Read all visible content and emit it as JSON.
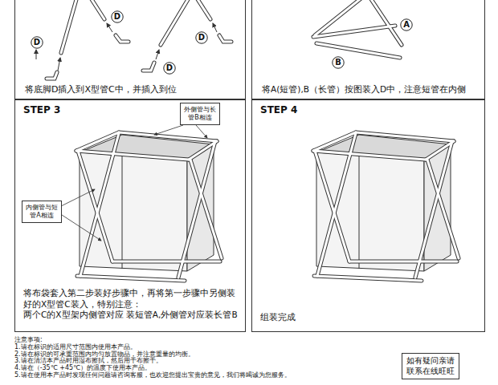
{
  "diagram": {
    "nodes": [
      {
        "text": [
          "将底脚D插入到X型管C中，并插入到位"
        ]
      },
      {
        "text": [
          "D"
        ],
        "in": 0
      },
      {
        "text": [
          "D"
        ],
        "in": 0
      },
      {
        "text": [
          "D"
        ],
        "in": 0
      },
      {
        "text": [
          "D"
        ],
        "in": 0
      },
      {
        "text": [
          "将A(短管),B（长管）按图装入D中，注意短管在内侧"
        ]
      },
      {
        "text": [
          "A"
        ],
        "in": 5
      },
      {
        "text": [
          "B"
        ],
        "in": 5
      },
      {
        "text": [
          "STEP 3",
          "将布袋套入第二步装好步骤中，再将第一步骤中另侧装 好的X型管C装入，特别注意：两个C的X型架内侧管对应 装短管A,外侧管对应装长管B"
        ]
      },
      {
        "text": [
          "外侧管与长 管B相连"
        ],
        "in": 8
      },
      {
        "text": [
          "内侧管与短 管A相连"
        ],
        "in": 8
      },
      {
        "text": [
          "STEP 4",
          "组装完成"
        ]
      },
      {
        "text": [
          "如有疑问亲请 联系在线旺旺"
        ]
      }
    ],
    "labels": [
      "注意事项:",
      "1.请在标识的适用尺寸范围内使用本产品。",
      "2.请在标识的可承重范围内均匀放置物品，并注意重量的均衡。",
      "3.请在清洁本产品时用湿布擦拭，然后用干布擦干。",
      "4.请在（-35℃ +45℃）的温度下使用本产品。",
      "5.请在使用本产品时发现任何问题请咨询客服，也欢迎您提出宝贵的意见，我们将竭诚为您服务。"
    ]
  }
}
